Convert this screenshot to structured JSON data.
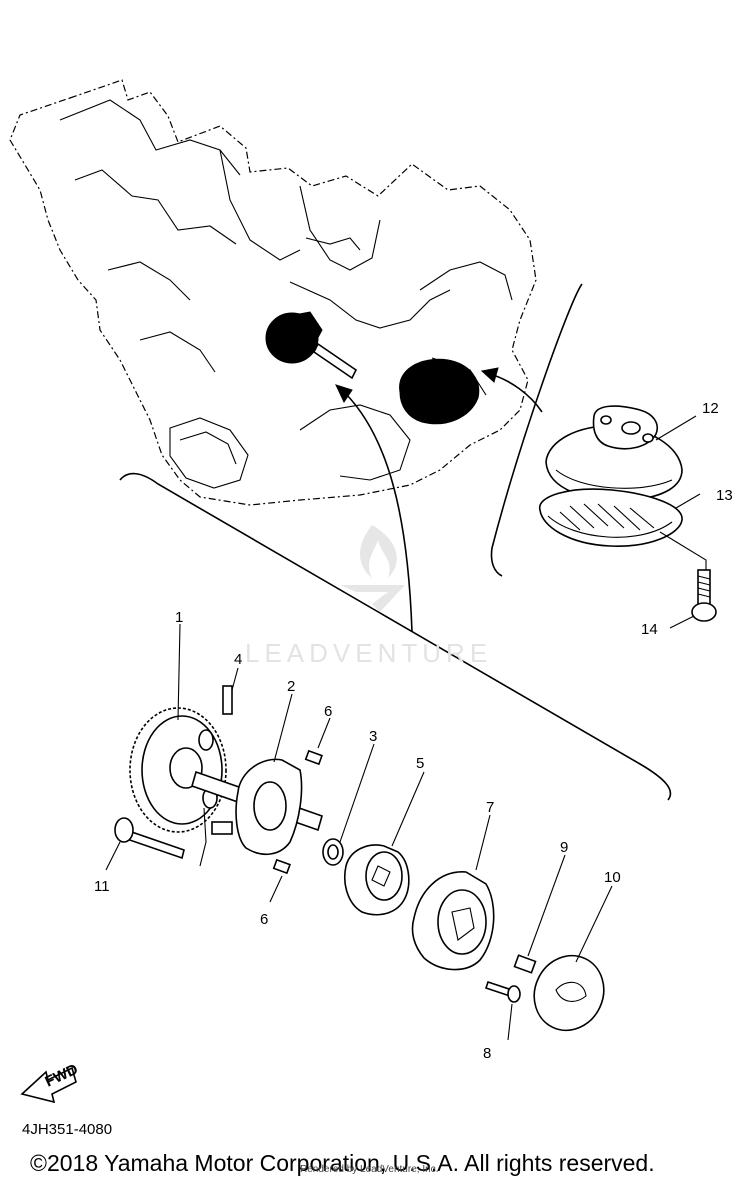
{
  "diagram": {
    "part_code": "4JH351-4080",
    "copyright": "©2018 Yamaha Motor Corporation, U.S.A. All rights reserved.",
    "render_credit": "Rendered by LeadVenture, Inc.",
    "watermark": "LEADVENTURE",
    "fwd_label": "FWD",
    "callouts": [
      "1",
      "2",
      "3",
      "4",
      "5",
      "6",
      "6",
      "7",
      "8",
      "9",
      "10",
      "11",
      "12",
      "13",
      "14"
    ]
  }
}
